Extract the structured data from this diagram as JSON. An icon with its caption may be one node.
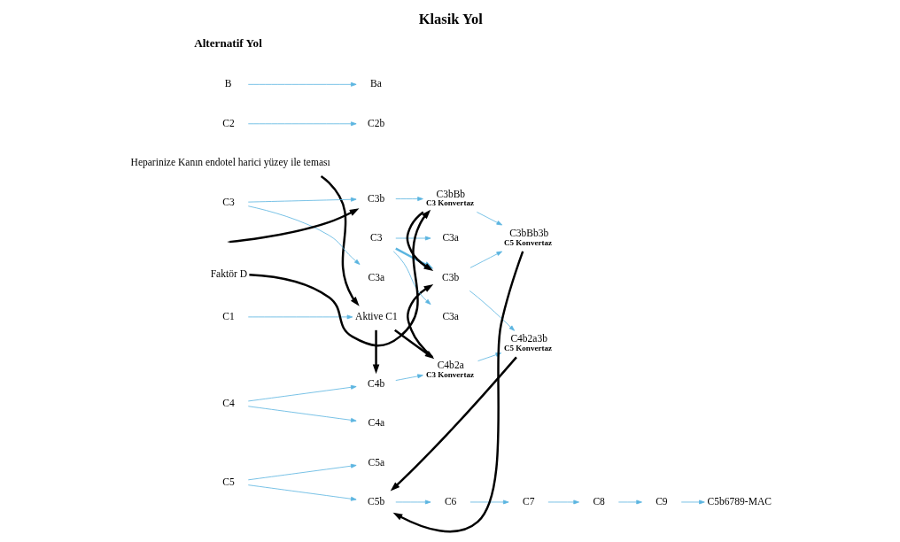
{
  "diagram": {
    "title": "Klasik Yol",
    "nodes": [
      {
        "text": [
          "Heparinize Kanın endotel harici yüzey ile teması"
        ]
      },
      {
        "text": [
          "C1"
        ]
      },
      {
        "text": [
          "Aktive C1"
        ]
      },
      {
        "text": [
          "C4"
        ]
      },
      {
        "text": [
          "C4b"
        ]
      },
      {
        "text": [
          "C4a"
        ]
      },
      {
        "text": [
          "C2"
        ]
      },
      {
        "text": [
          "C2b"
        ]
      },
      {
        "text": [
          "C4b2a"
        ],
        "beside": [
          "C3 Konvertaz"
        ]
      },
      {
        "text": [
          "C4b2a3b"
        ],
        "beside": [
          "C5 Konvertaz"
        ]
      },
      {
        "text": [
          "C3"
        ]
      },
      {
        "text": [
          "C3b"
        ]
      },
      {
        "text": [
          "C3a"
        ]
      },
      {
        "text": [
          "C3a"
        ]
      },
      {
        "text": [
          "C5"
        ]
      },
      {
        "text": [
          "C5b"
        ]
      },
      {
        "text": [
          "C5a"
        ]
      },
      {
        "text": [
          "C6"
        ]
      },
      {
        "text": [
          "C7"
        ]
      },
      {
        "text": [
          "C8"
        ]
      },
      {
        "text": [
          "C9"
        ]
      },
      {
        "text": [
          "C5b6789-MAC"
        ]
      },
      {
        "text": [
          "C3"
        ]
      },
      {
        "text": [
          "C3a"
        ]
      },
      {
        "text": [
          "C3b"
        ]
      },
      {
        "text": [
          "B"
        ]
      },
      {
        "text": [
          "Ba"
        ]
      },
      {
        "text": [
          "C3bBb"
        ],
        "beside": [
          "C3 Konvertaz"
        ]
      },
      {
        "text": [
          "C3bBb3b"
        ],
        "beside": [
          "C5 Konvertaz"
        ]
      },
      {
        "text": [
          "Faktör D"
        ]
      }
    ],
    "edges": [
      {
        "from": 1,
        "to": 2,
        "arrow": "to"
      },
      {
        "from": 0,
        "to": 2,
        "arrow": "to",
        "style": "thick",
        "color": "#000000"
      },
      {
        "from": 2,
        "to": 4,
        "arrow": "to",
        "style": "thick",
        "color": "#000000"
      },
      {
        "from": 2,
        "to": 8,
        "arrow": "to",
        "style": "thick",
        "color": "#000000"
      },
      {
        "from": 3,
        "to": 4,
        "arrow": "to"
      },
      {
        "from": 3,
        "to": 5,
        "arrow": "to"
      },
      {
        "from": 6,
        "to": 7,
        "arrow": "to"
      },
      {
        "from": 4,
        "to": 8,
        "arrow": "to"
      },
      {
        "from": 8,
        "to": 9,
        "arrow": "to"
      },
      {
        "from": 8,
        "to": 11,
        "arrow": "to",
        "style": "thick",
        "color": "#000000"
      },
      {
        "from": 9,
        "to": 15,
        "arrow": "to",
        "style": "thick",
        "color": "#000000"
      },
      {
        "from": 10,
        "to": 11,
        "arrow": "to",
        "style": "thick"
      },
      {
        "from": 10,
        "to": 12,
        "arrow": "to"
      },
      {
        "from": 10,
        "to": 13,
        "arrow": "to"
      },
      {
        "from": 11,
        "to": 9,
        "arrow": "to"
      },
      {
        "from": 11,
        "to": 28,
        "arrow": "to"
      },
      {
        "from": 14,
        "to": 15,
        "arrow": "to"
      },
      {
        "from": 14,
        "to": 16,
        "arrow": "to"
      },
      {
        "from": 15,
        "to": 17,
        "arrow": "to"
      },
      {
        "from": 17,
        "to": 18,
        "arrow": "to"
      },
      {
        "from": 18,
        "to": 19,
        "arrow": "to"
      },
      {
        "from": 19,
        "to": 20,
        "arrow": "to"
      },
      {
        "from": 20,
        "to": 21,
        "arrow": "to"
      },
      {
        "from": 22,
        "to": 24,
        "arrow": "to"
      },
      {
        "from": 22,
        "to": 23,
        "arrow": "to"
      },
      {
        "from": null,
        "to": 24,
        "arrow": "to",
        "style": "thick",
        "color": "#000000"
      },
      {
        "from": 24,
        "to": 27,
        "arrow": "to"
      },
      {
        "from": 25,
        "to": 26,
        "arrow": "to"
      },
      {
        "from": 29,
        "to": 27,
        "arrow": "to",
        "style": "thick",
        "color": "#000000"
      },
      {
        "from": 27,
        "to": 11,
        "arrow": "to",
        "style": "thick",
        "color": "#000000"
      },
      {
        "from": 27,
        "to": 28,
        "arrow": "to"
      },
      {
        "from": 28,
        "to": 15,
        "arrow": "to",
        "style": "thick",
        "color": "#000000"
      }
    ],
    "labels": [
      "Alternatif Yol"
    ]
  }
}
